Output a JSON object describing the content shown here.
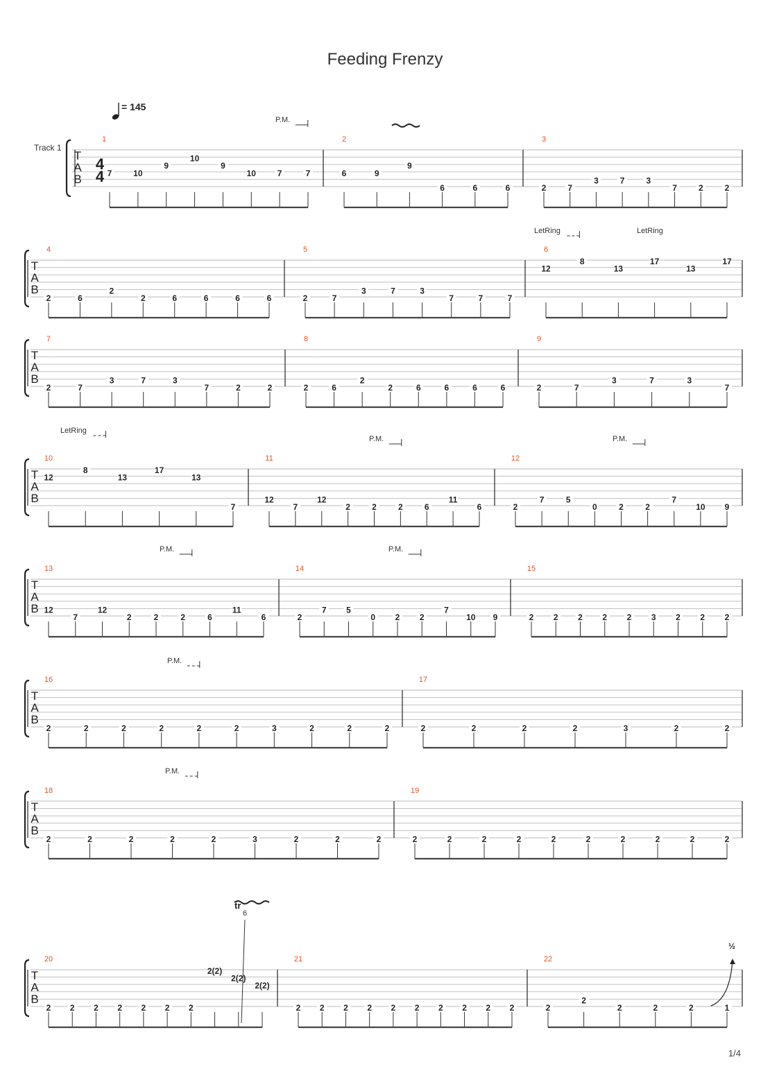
{
  "title": "Feeding Frenzy",
  "tempo": {
    "value": "= 145"
  },
  "track": {
    "name": "Track 1"
  },
  "tab_clef": [
    "T",
    "A",
    "B"
  ],
  "time_signature": "4/4",
  "page_number": "1/4",
  "annotations": {
    "palm_mute": "P.M.",
    "let_ring": "LetRing",
    "trill": "tr",
    "trill_count": "6",
    "bend": "½"
  },
  "systems": [
    {
      "measures": [
        {
          "number": "1",
          "notes": [
            {
              "s": 4,
              "f": "7"
            },
            {
              "s": 4,
              "f": "10"
            },
            {
              "s": 3,
              "f": "9"
            },
            {
              "s": 2,
              "f": "10"
            },
            {
              "s": 3,
              "f": "9"
            },
            {
              "s": 4,
              "f": "10"
            },
            {
              "s": 4,
              "f": "7"
            },
            {
              "s": 4,
              "f": "7"
            }
          ]
        },
        {
          "number": "2",
          "notes": [
            {
              "s": 4,
              "f": "6"
            },
            {
              "s": 4,
              "f": "9"
            },
            {
              "s": 3,
              "f": "9"
            },
            {
              "s": 6,
              "f": "6"
            },
            {
              "s": 6,
              "f": "6"
            },
            {
              "s": 6,
              "f": "6"
            }
          ]
        },
        {
          "number": "3",
          "notes": [
            {
              "s": 6,
              "f": "2"
            },
            {
              "s": 6,
              "f": "7"
            },
            {
              "s": 5,
              "f": "3"
            },
            {
              "s": 5,
              "f": "7"
            },
            {
              "s": 5,
              "f": "3"
            },
            {
              "s": 6,
              "f": "7"
            },
            {
              "s": 6,
              "f": "2"
            },
            {
              "s": 6,
              "f": "2"
            }
          ]
        }
      ]
    },
    {
      "measures": [
        {
          "number": "4",
          "notes": [
            {
              "s": 6,
              "f": "2"
            },
            {
              "s": 6,
              "f": "6"
            },
            {
              "s": 5,
              "f": "2"
            },
            {
              "s": 6,
              "f": "2"
            },
            {
              "s": 6,
              "f": "6"
            },
            {
              "s": 6,
              "f": "6"
            },
            {
              "s": 6,
              "f": "6"
            },
            {
              "s": 6,
              "f": "6"
            }
          ]
        },
        {
          "number": "5",
          "notes": [
            {
              "s": 6,
              "f": "2"
            },
            {
              "s": 6,
              "f": "7"
            },
            {
              "s": 5,
              "f": "3"
            },
            {
              "s": 5,
              "f": "7"
            },
            {
              "s": 5,
              "f": "3"
            },
            {
              "s": 6,
              "f": "7"
            },
            {
              "s": 6,
              "f": "7"
            },
            {
              "s": 6,
              "f": "7"
            }
          ]
        },
        {
          "number": "6",
          "notes": [
            {
              "s": 2,
              "f": "12"
            },
            {
              "s": 1,
              "f": "8"
            },
            {
              "s": 2,
              "f": "13"
            },
            {
              "s": 1,
              "f": "17"
            },
            {
              "s": 2,
              "f": "13"
            },
            {
              "s": 1,
              "f": "17"
            }
          ]
        }
      ]
    },
    {
      "measures": [
        {
          "number": "7",
          "notes": [
            {
              "s": 6,
              "f": "2"
            },
            {
              "s": 6,
              "f": "7"
            },
            {
              "s": 5,
              "f": "3"
            },
            {
              "s": 5,
              "f": "7"
            },
            {
              "s": 5,
              "f": "3"
            },
            {
              "s": 6,
              "f": "7"
            },
            {
              "s": 6,
              "f": "2"
            },
            {
              "s": 6,
              "f": "2"
            }
          ]
        },
        {
          "number": "8",
          "notes": [
            {
              "s": 6,
              "f": "2"
            },
            {
              "s": 6,
              "f": "6"
            },
            {
              "s": 5,
              "f": "2"
            },
            {
              "s": 6,
              "f": "2"
            },
            {
              "s": 6,
              "f": "6"
            },
            {
              "s": 6,
              "f": "6"
            },
            {
              "s": 6,
              "f": "6"
            },
            {
              "s": 6,
              "f": "6"
            }
          ]
        },
        {
          "number": "9",
          "notes": [
            {
              "s": 6,
              "f": "2"
            },
            {
              "s": 6,
              "f": "7"
            },
            {
              "s": 5,
              "f": "3"
            },
            {
              "s": 5,
              "f": "7"
            },
            {
              "s": 5,
              "f": "3"
            },
            {
              "s": 6,
              "f": "7"
            }
          ]
        }
      ]
    },
    {
      "measures": [
        {
          "number": "10",
          "notes": [
            {
              "s": 2,
              "f": "12"
            },
            {
              "s": 1,
              "f": "8"
            },
            {
              "s": 2,
              "f": "13"
            },
            {
              "s": 1,
              "f": "17"
            },
            {
              "s": 2,
              "f": "13"
            },
            {
              "s": 6,
              "f": "7"
            }
          ]
        },
        {
          "number": "11",
          "notes": [
            {
              "s": 5,
              "f": "12"
            },
            {
              "s": 6,
              "f": "7"
            },
            {
              "s": 5,
              "f": "12"
            },
            {
              "s": 6,
              "f": "2"
            },
            {
              "s": 6,
              "f": "2"
            },
            {
              "s": 6,
              "f": "2"
            },
            {
              "s": 6,
              "f": "6"
            },
            {
              "s": 5,
              "f": "11"
            },
            {
              "s": 6,
              "f": "6"
            }
          ]
        },
        {
          "number": "12",
          "notes": [
            {
              "s": 6,
              "f": "2"
            },
            {
              "s": 5,
              "f": "7"
            },
            {
              "s": 5,
              "f": "5"
            },
            {
              "s": 6,
              "f": "0"
            },
            {
              "s": 6,
              "f": "2"
            },
            {
              "s": 6,
              "f": "2"
            },
            {
              "s": 5,
              "f": "7"
            },
            {
              "s": 6,
              "f": "10"
            },
            {
              "s": 6,
              "f": "9"
            }
          ]
        }
      ]
    },
    {
      "measures": [
        {
          "number": "13",
          "notes": [
            {
              "s": 5,
              "f": "12"
            },
            {
              "s": 6,
              "f": "7"
            },
            {
              "s": 5,
              "f": "12"
            },
            {
              "s": 6,
              "f": "2"
            },
            {
              "s": 6,
              "f": "2"
            },
            {
              "s": 6,
              "f": "2"
            },
            {
              "s": 6,
              "f": "6"
            },
            {
              "s": 5,
              "f": "11"
            },
            {
              "s": 6,
              "f": "6"
            }
          ]
        },
        {
          "number": "14",
          "notes": [
            {
              "s": 6,
              "f": "2"
            },
            {
              "s": 5,
              "f": "7"
            },
            {
              "s": 5,
              "f": "5"
            },
            {
              "s": 6,
              "f": "0"
            },
            {
              "s": 6,
              "f": "2"
            },
            {
              "s": 6,
              "f": "2"
            },
            {
              "s": 5,
              "f": "7"
            },
            {
              "s": 6,
              "f": "10"
            },
            {
              "s": 6,
              "f": "9"
            }
          ]
        },
        {
          "number": "15",
          "notes": [
            {
              "s": 6,
              "f": "2"
            },
            {
              "s": 6,
              "f": "2"
            },
            {
              "s": 6,
              "f": "2"
            },
            {
              "s": 6,
              "f": "2"
            },
            {
              "s": 6,
              "f": "2"
            },
            {
              "s": 6,
              "f": "3"
            },
            {
              "s": 6,
              "f": "2"
            },
            {
              "s": 6,
              "f": "2"
            },
            {
              "s": 6,
              "f": "2"
            }
          ]
        }
      ]
    },
    {
      "measures": [
        {
          "number": "16",
          "notes": [
            {
              "s": 6,
              "f": "2"
            },
            {
              "s": 6,
              "f": "2"
            },
            {
              "s": 6,
              "f": "2"
            },
            {
              "s": 6,
              "f": "2"
            },
            {
              "s": 6,
              "f": "2"
            },
            {
              "s": 6,
              "f": "2"
            },
            {
              "s": 6,
              "f": "3"
            },
            {
              "s": 6,
              "f": "2"
            },
            {
              "s": 6,
              "f": "2"
            },
            {
              "s": 6,
              "f": "2"
            }
          ]
        },
        {
          "number": "17",
          "notes": [
            {
              "s": 6,
              "f": "2"
            },
            {
              "s": 6,
              "f": "2"
            },
            {
              "s": 6,
              "f": "2"
            },
            {
              "s": 6,
              "f": "2"
            },
            {
              "s": 6,
              "f": "3"
            },
            {
              "s": 6,
              "f": "2"
            },
            {
              "s": 6,
              "f": "2"
            }
          ]
        }
      ]
    },
    {
      "measures": [
        {
          "number": "18",
          "notes": [
            {
              "s": 6,
              "f": "2"
            },
            {
              "s": 6,
              "f": "2"
            },
            {
              "s": 6,
              "f": "2"
            },
            {
              "s": 6,
              "f": "2"
            },
            {
              "s": 6,
              "f": "2"
            },
            {
              "s": 6,
              "f": "3"
            },
            {
              "s": 6,
              "f": "2"
            },
            {
              "s": 6,
              "f": "2"
            },
            {
              "s": 6,
              "f": "2"
            }
          ]
        },
        {
          "number": "19",
          "notes": [
            {
              "s": 6,
              "f": "2"
            },
            {
              "s": 6,
              "f": "2"
            },
            {
              "s": 6,
              "f": "2"
            },
            {
              "s": 6,
              "f": "2"
            },
            {
              "s": 6,
              "f": "2"
            },
            {
              "s": 6,
              "f": "2"
            },
            {
              "s": 6,
              "f": "2"
            },
            {
              "s": 6,
              "f": "2"
            },
            {
              "s": 6,
              "f": "2"
            },
            {
              "s": 6,
              "f": "2"
            }
          ]
        }
      ]
    },
    {
      "measures": [
        {
          "number": "20",
          "notes": [
            {
              "s": 6,
              "f": "2"
            },
            {
              "s": 6,
              "f": "2"
            },
            {
              "s": 6,
              "f": "2"
            },
            {
              "s": 6,
              "f": "2"
            },
            {
              "s": 6,
              "f": "2"
            },
            {
              "s": 6,
              "f": "2"
            },
            {
              "s": 6,
              "f": "2"
            },
            {
              "s": 1,
              "f": "2(2)"
            },
            {
              "s": 2,
              "f": "2(2)"
            },
            {
              "s": 3,
              "f": "2(2)"
            }
          ]
        },
        {
          "number": "21",
          "notes": [
            {
              "s": 6,
              "f": "2"
            },
            {
              "s": 6,
              "f": "2"
            },
            {
              "s": 6,
              "f": "2"
            },
            {
              "s": 6,
              "f": "2"
            },
            {
              "s": 6,
              "f": "2"
            },
            {
              "s": 6,
              "f": "2"
            },
            {
              "s": 6,
              "f": "2"
            },
            {
              "s": 6,
              "f": "2"
            },
            {
              "s": 6,
              "f": "2"
            },
            {
              "s": 6,
              "f": "2"
            }
          ]
        },
        {
          "number": "22",
          "notes": [
            {
              "s": 6,
              "f": "2"
            },
            {
              "s": 5,
              "f": "2"
            },
            {
              "s": 6,
              "f": "2"
            },
            {
              "s": 6,
              "f": "2"
            },
            {
              "s": 6,
              "f": "2"
            },
            {
              "s": 6,
              "f": "1"
            }
          ]
        }
      ]
    }
  ]
}
